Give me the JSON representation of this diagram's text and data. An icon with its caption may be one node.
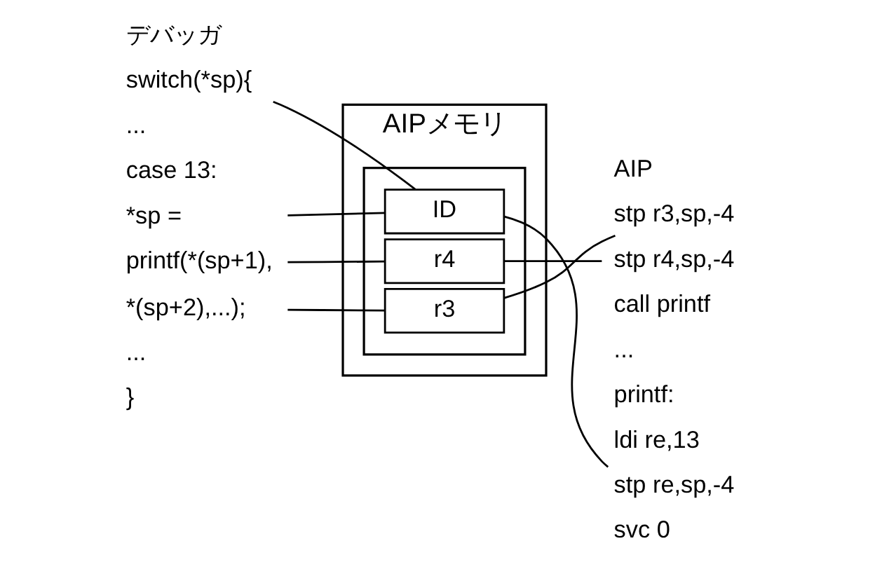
{
  "diagram": {
    "nodes": [
      {
        "text": [
          "switch(*sp){"
        ]
      },
      {
        "text": [
          "*sp ="
        ]
      },
      {
        "text": [
          "printf(*(sp+1),"
        ]
      },
      {
        "text": [
          "*(sp+2),...);"
        ]
      },
      {
        "text": [
          "AIPメモリ"
        ]
      },
      {
        "text": [],
        "shape": "box",
        "in": 4
      },
      {
        "text": [
          "ID"
        ],
        "in": 5
      },
      {
        "text": [
          "r4"
        ],
        "in": 5
      },
      {
        "text": [
          "r3"
        ],
        "in": 5
      },
      {
        "text": [
          "stp r3,sp,-4"
        ]
      },
      {
        "text": [
          "stp r4,sp,-4"
        ]
      },
      {
        "text": [
          "stp re,sp,-4"
        ]
      }
    ],
    "edges": [
      {
        "from": 0,
        "to": 6,
        "arrow": "none"
      },
      {
        "from": 1,
        "to": 6,
        "arrow": "none"
      },
      {
        "from": 2,
        "to": 7,
        "arrow": "none"
      },
      {
        "from": 3,
        "to": 8,
        "arrow": "none"
      },
      {
        "from": 8,
        "to": 9,
        "arrow": "none"
      },
      {
        "from": 7,
        "to": 10,
        "arrow": "none"
      },
      {
        "from": 6,
        "to": 11,
        "arrow": "none"
      }
    ],
    "labels": [
      "デバッガ",
      "AIP",
      "...",
      "case 13:",
      "...",
      "}",
      "call printf",
      "...",
      "printf:",
      "ldi re,13",
      "svc 0"
    ]
  }
}
